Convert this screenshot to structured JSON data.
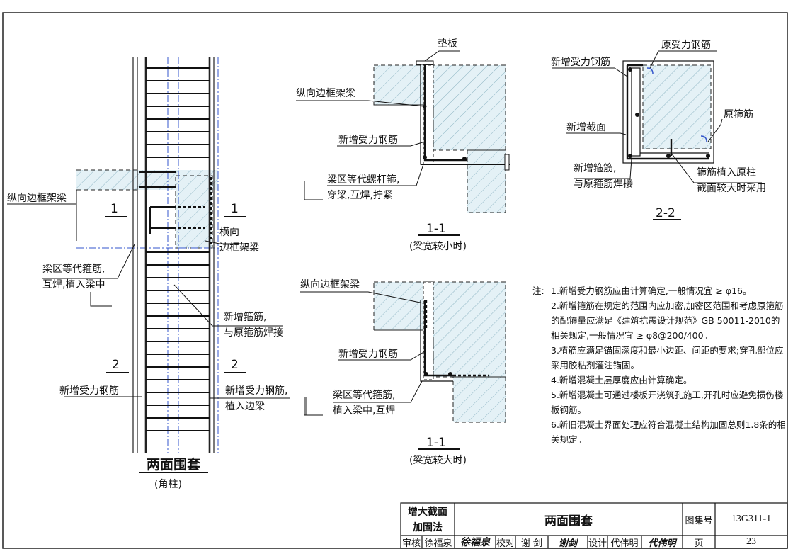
{
  "labels": {
    "pad": "垫板",
    "long_beam_top": "纵向边框架梁",
    "rebar_top": "新增受力钢筋",
    "bolt_stirrup_1": "梁区等代螺杆箍,",
    "bolt_stirrup_2": "穿梁,互焊,拧紧",
    "orig_rebar": "原受力钢筋",
    "new_rebar_22": "新增受力钢筋",
    "new_section": "新增截面",
    "orig_stirrup": "原箍筋",
    "new_stirrup_22_1": "新增箍筋,",
    "new_stirrup_22_2": "与原箍筋焊接",
    "implant_1": "箍筋植入原柱",
    "implant_2": "截面较大时采用",
    "long_beam_left": "纵向边框架梁",
    "trans_beam_1": "横向",
    "trans_beam_2": "边框架梁",
    "eq_stirrup_1": "梁区等代箍筋,",
    "eq_stirrup_2": "互焊,植入梁中",
    "new_stirrup_mid_1": "新增箍筋,",
    "new_stirrup_mid_2": "与原箍筋焊接",
    "new_rebar_left": "新增受力钢筋",
    "new_rebar_right_1": "新增受力钢筋,",
    "new_rebar_right_2": "植入边梁",
    "long_beam_mid": "纵向边框架梁",
    "rebar_mid": "新增受力钢筋",
    "eq_stirrup_b1": "梁区等代箍筋,",
    "eq_stirrup_b2": "植入梁中,互焊",
    "mark_1": "1",
    "mark_2": "2"
  },
  "sections": {
    "s11_top": "1-1",
    "s11_top_note": "(梁宽较小时)",
    "s11_bot": "1-1",
    "s11_bot_note": "(梁宽较大时)",
    "s22": "2-2"
  },
  "main_title": "两面围套",
  "main_sub": "(角柱)",
  "notes": {
    "prefix": "注:",
    "items": [
      "1.新增受力钢筋应由计算确定,一般情况宜 ≥ φ16。",
      "2.新增箍筋在规定的范围内应加密,加密区范围和考虑原箍筋的配箍量应满足《建筑抗震设计规范》GB 50011-2010的相关规定,一般情况宜 ≥ φ8@200/400。",
      "3.植筋应满足锚固深度和最小边距、间距的要求;穿孔部位应采用胶粘剂灌注锚固。",
      "4.新增混凝土层厚度应由计算确定。",
      "5.新增混凝土可通过楼板开浇筑孔施工,开孔时应避免损伤楼板钢筋。",
      "6.新旧混凝土界面处理应符合混凝土结构加固总则1.8条的相关规定。"
    ]
  },
  "title_block": {
    "category_1": "增大截面",
    "category_2": "加固法",
    "drawing_title": "两面围套",
    "atlas_label": "图集号",
    "atlas_no": "13G311-1",
    "review_label": "审核",
    "reviewer": "徐福泉",
    "reviewer_sig": "徐福泉",
    "check_label": "校对",
    "checker": "谢 剑",
    "checker_sig": "谢剑",
    "design_label": "设计",
    "designer": "代伟明",
    "designer_sig": "代伟明",
    "page_label": "页",
    "page_no": "23"
  }
}
